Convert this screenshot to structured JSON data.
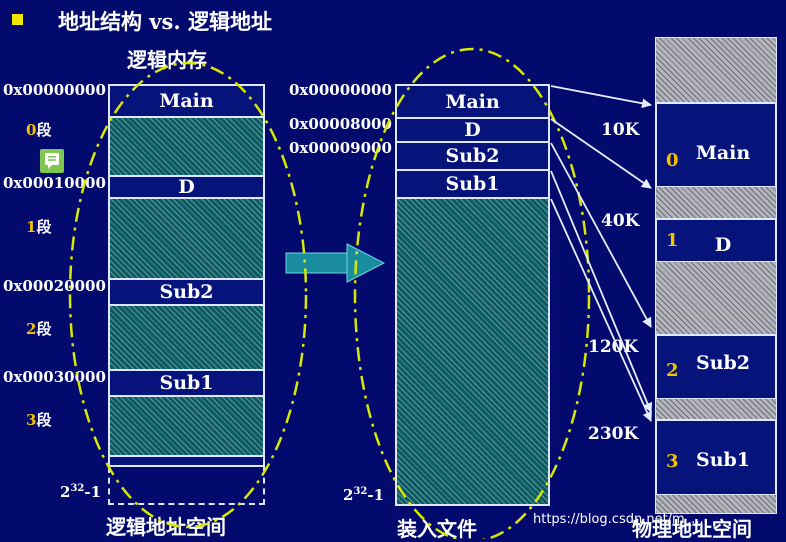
{
  "title": "地址结构 vs. 逻辑地址",
  "logical_memory": {
    "heading": "逻辑内存",
    "footer": "逻辑地址空间",
    "addresses": [
      "0x00000000",
      "0x00010000",
      "0x00020000",
      "0x00030000"
    ],
    "segment_suffix": "段",
    "segments": [
      "0",
      "1",
      "2",
      "3"
    ],
    "blocks": [
      "Main",
      "D",
      "Sub2",
      "Sub1"
    ],
    "top_value": "2",
    "top_exp": "32",
    "top_tail": "-1"
  },
  "load_file": {
    "footer": "装入文件",
    "addresses": [
      "0x00000000",
      "0x00008000",
      "0x00009000"
    ],
    "blocks": [
      "Main",
      "D",
      "Sub2",
      "Sub1"
    ],
    "top_value": "2",
    "top_exp": "32",
    "top_tail": "-1"
  },
  "physical_memory": {
    "footer": "物理地址空间",
    "sizes": [
      "10K",
      "40K",
      "120K",
      "230K"
    ],
    "blocks": [
      {
        "index": "0",
        "label": "Main"
      },
      {
        "index": "1",
        "label": "D"
      },
      {
        "index": "2",
        "label": "Sub2"
      },
      {
        "index": "3",
        "label": "Sub1"
      }
    ]
  },
  "watermark": "https://blog.csdn.net/m_..."
}
